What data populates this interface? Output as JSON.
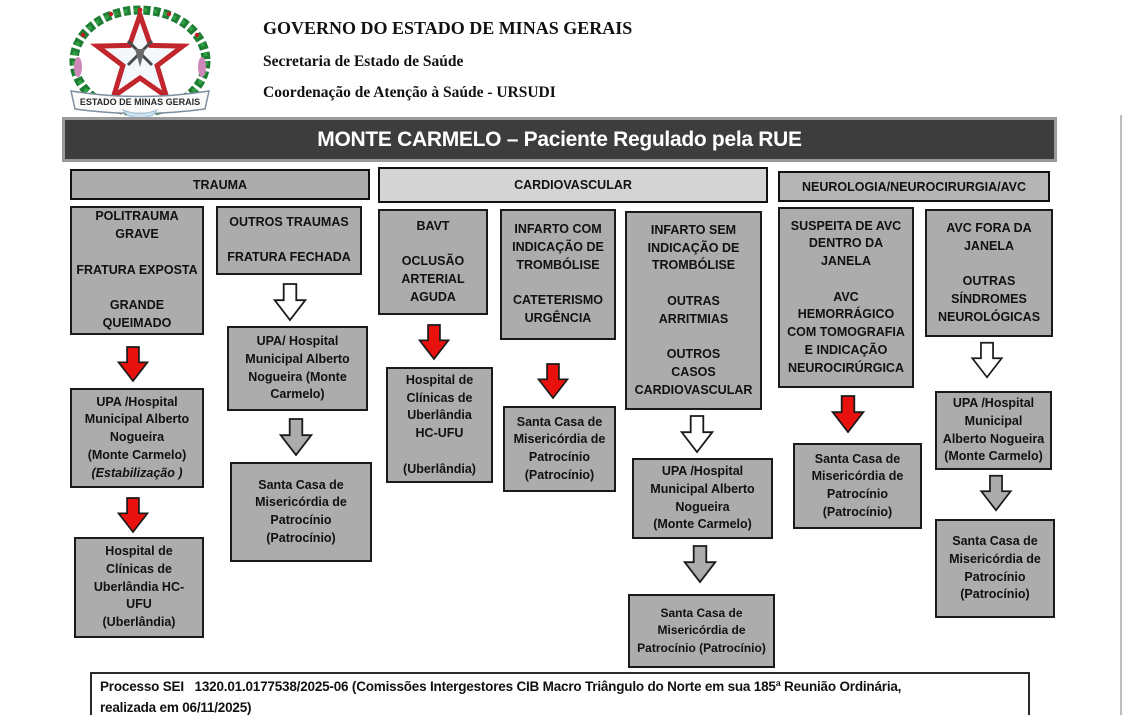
{
  "header": {
    "gov_line": "GOVERNO DO ESTADO DE MINAS GERAIS",
    "secretary_line": "Secretaria de Estado de Saúde",
    "coordination_line": "Coordenação de Atenção à Saúde - URSUDI",
    "logo_banner": "ESTADO DE MINAS GERAIS"
  },
  "title": "MONTE CARMELO – Paciente Regulado pela RUE",
  "column_headers": {
    "trauma": "TRAUMA",
    "cardiovascular": "CARDIOVASCULAR",
    "neurologia": "NEUROLOGIA/NEUROCIRURGIA/AVC"
  },
  "flow": {
    "trauma_severe": {
      "condition": "POLITRAUMA\nGRAVE\n\nFRATURA EXPOSTA\n\nGRANDE\nQUEIMADO",
      "step1": "UPA /Hospital\nMunicipal Alberto\nNogueira\n(Monte Carmelo)",
      "step1_note": "(Estabilização )",
      "step2": "Hospital de\nClínicas de\nUberlândia HC-\nUFU\n(Uberlândia)"
    },
    "trauma_other": {
      "condition": "OUTROS TRAUMAS\n\nFRATURA FECHADA",
      "step1": "UPA/ Hospital\nMunicipal Alberto\nNogueira (Monte\nCarmelo)",
      "step2": "Santa Casa de\nMisericórdia de\nPatrocínio\n(Patrocínio)"
    },
    "cardio_bavt": {
      "condition": "BAVT\n\nOCLUSÃO\nARTERIAL\nAGUDA",
      "step1": "Hospital de\nClínicas de\nUberlândia\nHC-UFU\n\n(Uberlândia)"
    },
    "cardio_infarto_com": {
      "condition": "INFARTO COM\nINDICAÇÃO DE\nTROMBÓLISE\n\nCATETERISMO\nURGÊNCIA",
      "step1": "Santa Casa de\nMisericórdia de\nPatrocínio\n(Patrocínio)"
    },
    "cardio_infarto_sem": {
      "condition": "INFARTO SEM\nINDICAÇÃO DE\nTROMBÓLISE\n\nOUTRAS\nARRITMIAS\n\nOUTROS\nCASOS\nCARDIOVASCULAR",
      "step1": "UPA /Hospital\nMunicipal Alberto\nNogueira\n(Monte Carmelo)",
      "step2": "Santa Casa de\nMisericórdia de\nPatrocínio (Patrocínio)"
    },
    "neuro_avc_dentro": {
      "condition": "SUSPEITA DE AVC\nDENTRO DA\nJANELA\n\nAVC\nHEMORRÁGICO\nCOM TOMOGRAFIA\nE INDICAÇÃO\nNEUROCIRÚRGICA",
      "step1": "Santa Casa de\nMisericórdia de\nPatrocínio\n(Patrocínio)"
    },
    "neuro_avc_fora": {
      "condition": "AVC FORA DA\nJANELA\n\nOUTRAS\nSÍNDROMES\nNEUROLÓGICAS",
      "step1": "UPA /Hospital\nMunicipal\nAlberto Nogueira\n(Monte Carmelo)",
      "step2": "Santa Casa de\nMisericórdia de\nPatrocínio\n(Patrocínio)"
    }
  },
  "footer": {
    "text": "Processo SEI   1320.01.0177538/2025-06 (Comissões Intergestores CIB Macro Triângulo do Norte em sua 185ª Reunião Ordinária,\nrealizada em 06/11/2025)"
  },
  "colors": {
    "box_gray": "#ACACAC",
    "cardio_header_gray": "#D4D4D4",
    "title_bar_bg": "#3D3D3D",
    "arrow_red": "#E8110D",
    "arrow_gray": "#ACACAC",
    "arrow_white": "#FFFFFF",
    "arrow_outline": "#1A1A1A"
  }
}
